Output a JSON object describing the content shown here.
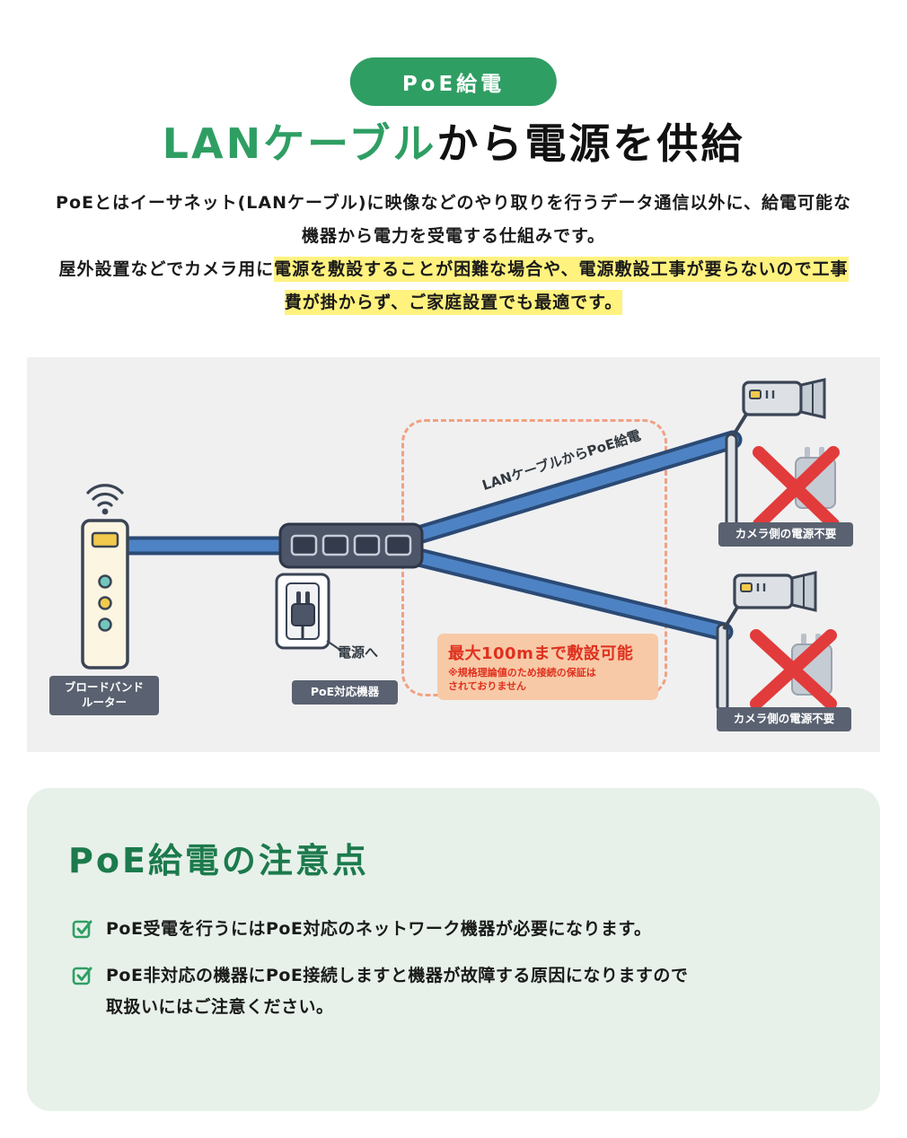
{
  "colors": {
    "accent_green": "#2f9e63",
    "dark_green": "#1c7a4c",
    "highlight_yellow": "#fff27f",
    "label_badge_gray": "#5a6170",
    "cable_blue": "#4d83c4",
    "cable_outline_navy": "#2b4a75",
    "warning_red": "#e0301e",
    "warning_box_orange": "#f7c9a7",
    "panel_green": "#e7f1ea",
    "diagram_gray": "#f0f0f1"
  },
  "badge": {
    "label": "PoE給電"
  },
  "title": {
    "highlight": "LANケーブル",
    "rest": "から電源を供給"
  },
  "intro": {
    "line1": "PoEとはイーサネット(LANケーブル)に映像などのやり取りを行うデータ通信以外に、給電可能な",
    "line2": "機器から電力を受電する仕組みです。",
    "line3_plain": "屋外設置などでカメラ用に",
    "line3_marked": "電源を敷設することが困難な場合や、電源敷設工事が要らないので工事",
    "line4_marked": "費が掛からず、ご家庭設置でも最適です。"
  },
  "diagram": {
    "router_label": "ブロードバンド\nルーター",
    "cable_label": "LANケーブルからPoE給電",
    "power_label": "電源へ",
    "poe_device_label": "PoE対応機器",
    "max_run": {
      "title": "最大100mまで敷設可能",
      "note": "※規格理論値のため接続の保証は\nされておりません"
    },
    "camera_label_top": "カメラ側の電源不要",
    "camera_label_bottom": "カメラ側の電源不要"
  },
  "notes": {
    "heading": "PoE給電の注意点",
    "items": [
      "PoE受電を行うにはPoE対応のネットワーク機器が必要になります。",
      "PoE非対応の機器にPoE接続しますと機器が故障する原因になりますので\n取扱いにはご注意ください。"
    ]
  }
}
